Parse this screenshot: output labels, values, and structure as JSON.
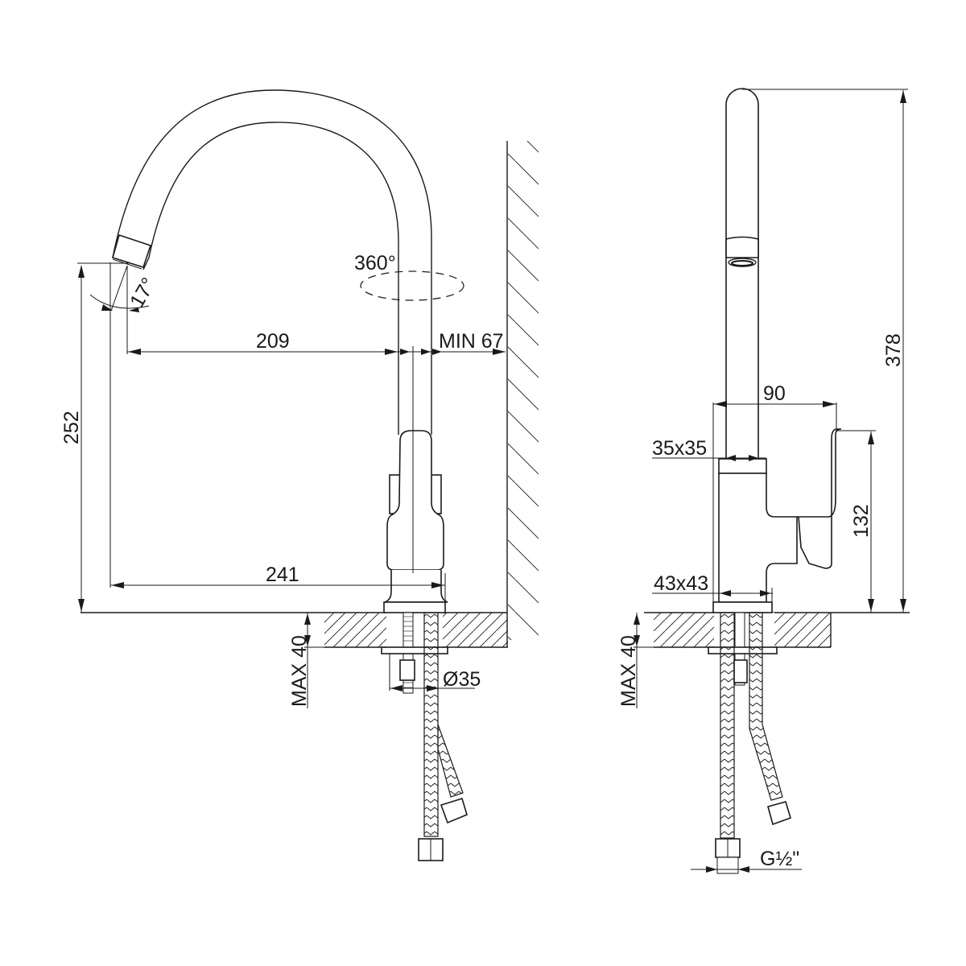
{
  "drawing": {
    "title": "Kitchen faucet dimensional drawing",
    "views": {
      "front": {
        "dims": {
          "spout_angle": "17°",
          "rotation": "360°",
          "spout_reach": "209",
          "wall_clearance": "MIN 67",
          "overall_reach": "241",
          "spout_height": "252",
          "counter_thickness": "MAX 40",
          "mount_hole": "Ø35"
        }
      },
      "side": {
        "dims": {
          "total_height": "378",
          "handle_depth": "90",
          "neck_section": "35x35",
          "body_height": "132",
          "base_section": "43x43",
          "counter_thickness": "MAX 40",
          "hose_thread": "G½\""
        }
      }
    }
  }
}
